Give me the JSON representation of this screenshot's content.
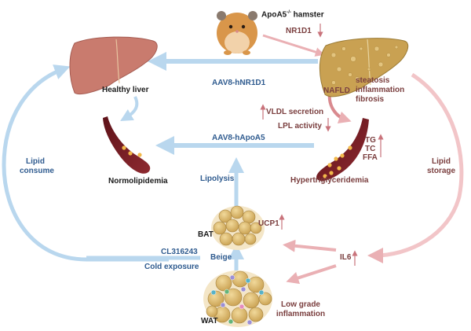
{
  "hamster": {
    "label": "ApoA5",
    "superscript": "-/-",
    "suffix": " hamster"
  },
  "nafld": {
    "label": "NAFLD",
    "features": [
      "steatosis",
      "inflammation",
      "fibrosis"
    ],
    "regulator": "NR1D1",
    "regulator_direction": "down"
  },
  "healthy_liver": {
    "label": "Healthy liver"
  },
  "treatments": {
    "nr1d1": "AAV8-hNR1D1",
    "apoa5": "AAV8-hApoA5",
    "beta3_agonist": "CL316243",
    "cold": "Cold exposure"
  },
  "vessels": {
    "normal": "Normolipidemia",
    "disease": "Hypertriglyceridemia",
    "lipids": [
      "TG",
      "TC",
      "FFA"
    ],
    "lipids_direction": "up"
  },
  "mechanisms": {
    "vldl": {
      "label": "VLDL secretion",
      "direction": "up"
    },
    "lpl": {
      "label": "LPL activity",
      "direction": "down"
    },
    "lipolysis": "Lipolysis",
    "beige": "Beige"
  },
  "adipose": {
    "bat": "BAT",
    "wat": "WAT",
    "ucp1": {
      "label": "UCP1",
      "direction": "up"
    },
    "il6": {
      "label": "IL6",
      "direction": "up"
    },
    "inflammation": [
      "Low grade",
      "inflammation"
    ]
  },
  "cycle": {
    "left": [
      "Lipid",
      "consume"
    ],
    "right": [
      "Lipid",
      "storage"
    ]
  },
  "colors": {
    "blue_arrow": "#b9d7ee",
    "red_arrow": "#eab0b4",
    "blue_text": "#2f5b8f",
    "red_text": "#7a3e3e",
    "healthy_liver": "#c97b6e",
    "nafld_liver": "#c9a152",
    "vessel": "#7a1e25",
    "fat_cell": "#e3c47e"
  }
}
